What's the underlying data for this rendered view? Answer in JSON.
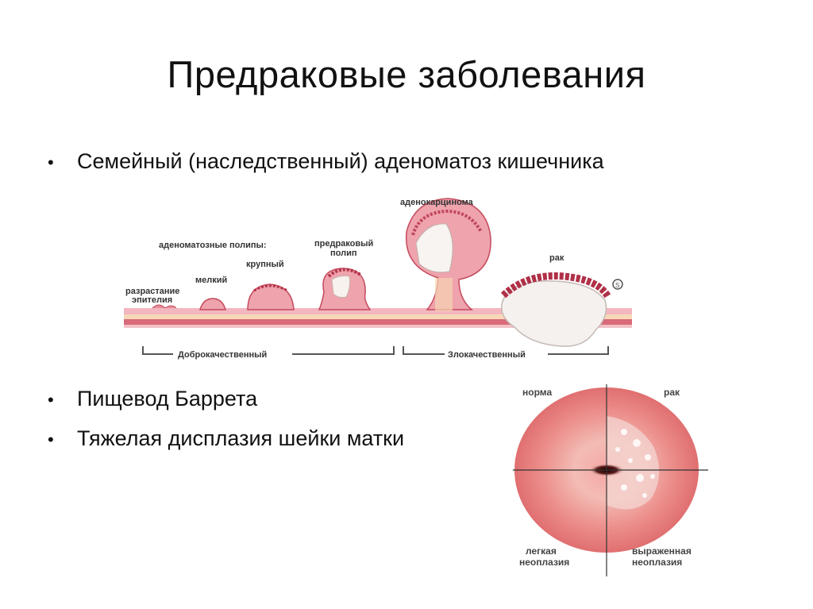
{
  "slide": {
    "title": "Предраковые заболевания",
    "bullets": [
      "Семейный (наследственный) аденоматоз кишечника",
      "Пищевод Баррета",
      "Тяжелая дисплазия шейки матки"
    ]
  },
  "intestine_diagram": {
    "labels": {
      "adenocarcinoma": "аденокарцинома",
      "adenomatous_polyps": "аденоматозные полипы:",
      "precancerous_polyp_line1": "предраковый",
      "precancerous_polyp_line2": "полип",
      "large": "крупный",
      "small": "мелкий",
      "epithelium_line1": "разрастание",
      "epithelium_line2": "эпителия",
      "cancer": "рак",
      "benign": "Доброкачественный",
      "malignant": "Злокачественный"
    }
  },
  "cervix_diagram": {
    "labels": {
      "normal": "норма",
      "cancer": "рак",
      "mild_line1": "легкая",
      "mild_line2": "неоплазия",
      "severe_line1": "выраженная",
      "severe_line2": "неоплазия"
    }
  }
}
